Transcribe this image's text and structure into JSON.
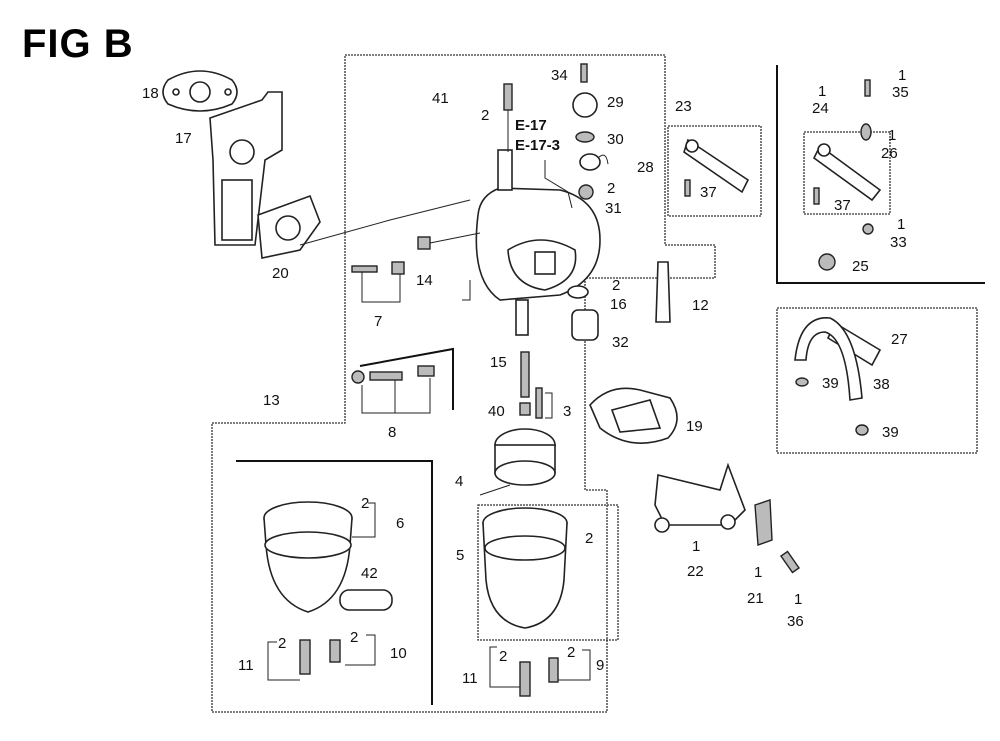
{
  "figure": {
    "title": "FIG B",
    "reference_labels": [
      "E-17",
      "E-17-3"
    ]
  },
  "callouts": [
    {
      "part": "18",
      "qty": ""
    },
    {
      "part": "17",
      "qty": ""
    },
    {
      "part": "20",
      "qty": ""
    },
    {
      "part": "41",
      "qty": ""
    },
    {
      "part": "41-2",
      "qty": "2"
    },
    {
      "part": "34",
      "qty": ""
    },
    {
      "part": "29",
      "qty": ""
    },
    {
      "part": "30",
      "qty": ""
    },
    {
      "part": "28",
      "qty": ""
    },
    {
      "part": "31",
      "qty": "2"
    },
    {
      "part": "23",
      "qty": ""
    },
    {
      "part": "23-37",
      "qty": ""
    },
    {
      "part": "24",
      "qty": "1"
    },
    {
      "part": "35",
      "qty": "1"
    },
    {
      "part": "26",
      "qty": "1"
    },
    {
      "part": "24-37",
      "qty": ""
    },
    {
      "part": "33",
      "qty": "1"
    },
    {
      "part": "25",
      "qty": ""
    },
    {
      "part": "14",
      "qty": ""
    },
    {
      "part": "7",
      "qty": ""
    },
    {
      "part": "16",
      "qty": "2"
    },
    {
      "part": "12",
      "qty": ""
    },
    {
      "part": "32",
      "qty": ""
    },
    {
      "part": "27",
      "qty": ""
    },
    {
      "part": "39a",
      "qty": ""
    },
    {
      "part": "38",
      "qty": ""
    },
    {
      "part": "39b",
      "qty": ""
    },
    {
      "part": "15",
      "qty": ""
    },
    {
      "part": "40",
      "qty": ""
    },
    {
      "part": "3",
      "qty": ""
    },
    {
      "part": "8",
      "qty": ""
    },
    {
      "part": "13",
      "qty": ""
    },
    {
      "part": "19",
      "qty": ""
    },
    {
      "part": "4",
      "qty": ""
    },
    {
      "part": "6",
      "qty": "2"
    },
    {
      "part": "42",
      "qty": ""
    },
    {
      "part": "10",
      "qty": "2"
    },
    {
      "part": "11a",
      "qty": "2"
    },
    {
      "part": "5",
      "qty": "2"
    },
    {
      "part": "9",
      "qty": "2"
    },
    {
      "part": "11b",
      "qty": "2"
    },
    {
      "part": "22",
      "qty": "1"
    },
    {
      "part": "21",
      "qty": "1"
    },
    {
      "part": "36",
      "qty": "1"
    }
  ],
  "labels": {
    "n18": "18",
    "n17": "17",
    "n20": "20",
    "n41": "41",
    "n2a": "2",
    "n34": "34",
    "n29": "29",
    "n30": "30",
    "n28": "28",
    "n2b": "2",
    "n31": "31",
    "n23": "23",
    "n37a": "37",
    "n1a": "1",
    "n24": "24",
    "n1b": "1",
    "n35": "35",
    "n1c": "1",
    "n26": "26",
    "n37b": "37",
    "n1d": "1",
    "n33": "33",
    "n25": "25",
    "n14": "14",
    "n7": "7",
    "n2c": "2",
    "n16": "16",
    "n12": "12",
    "n32": "32",
    "n27": "27",
    "n39a": "39",
    "n38": "38",
    "n39b": "39",
    "n15": "15",
    "n40": "40",
    "n3": "3",
    "n8": "8",
    "n13": "13",
    "n19": "19",
    "n4": "4",
    "n2d": "2",
    "n6": "6",
    "n42": "42",
    "n2e": "2",
    "n10": "10",
    "n2f": "2",
    "n11a": "11",
    "n5": "5",
    "n2g": "2",
    "n2h": "2",
    "n9": "9",
    "n2i": "2",
    "n11b": "11",
    "n1e": "1",
    "n22": "22",
    "n1f": "1",
    "n21": "21",
    "n1g": "1",
    "n36": "36"
  }
}
